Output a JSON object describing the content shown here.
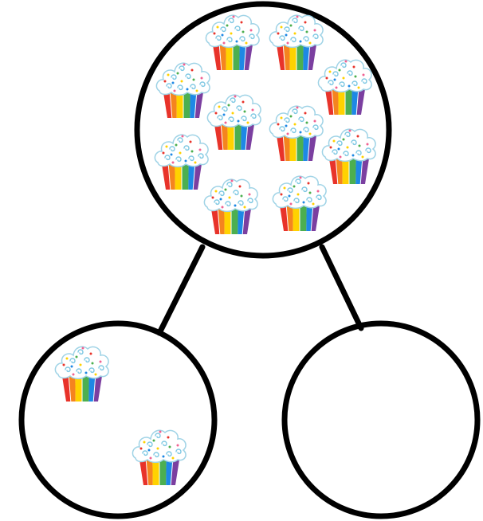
{
  "diagram": {
    "type": "number-bond",
    "whole": {
      "count": 10,
      "icon": "cupcake-icon"
    },
    "parts": [
      {
        "count": 2,
        "icon": "cupcake-icon"
      },
      {
        "count": 0,
        "icon": "cupcake-icon"
      }
    ]
  },
  "colors": {
    "outline": "#000000",
    "background": "#ffffff",
    "frosting": "#ffffff",
    "frosting_swirl": "#7ec8e3",
    "wrapper_stripes": [
      "#e8332a",
      "#f5841f",
      "#ffd200",
      "#4caf50",
      "#1e88e5",
      "#7b3fa0"
    ],
    "sprinkles": [
      "#e8332a",
      "#1e88e5",
      "#ffd200",
      "#4caf50",
      "#f06292"
    ]
  }
}
